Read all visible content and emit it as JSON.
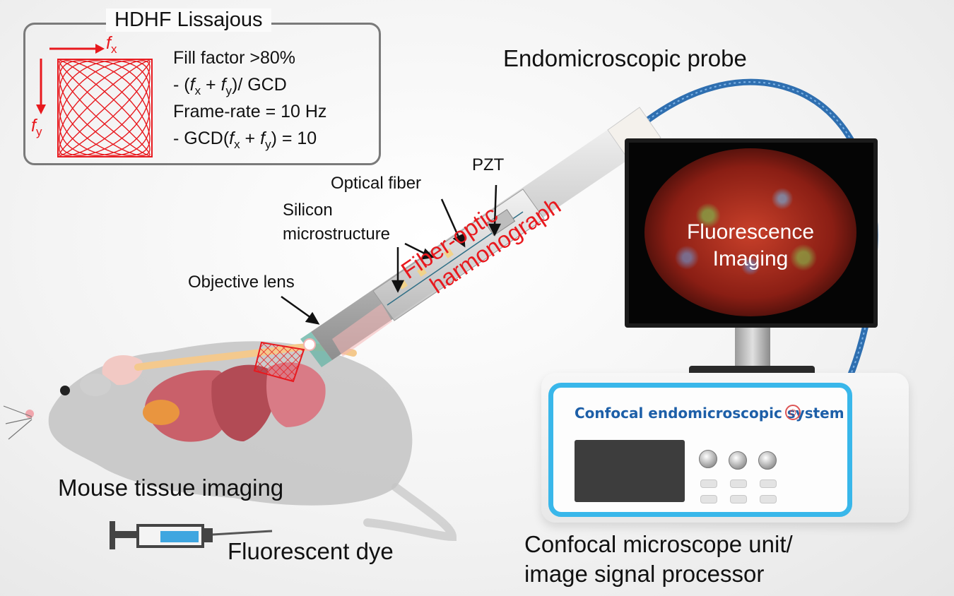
{
  "lissajous": {
    "title": "HDHF Lissajous",
    "axis_x": "f",
    "axis_x_sub": "x",
    "axis_y": "f",
    "axis_y_sub": "y",
    "line1": "Fill factor >80%",
    "line2_pre": "- (",
    "line2_f": "f",
    "line2_x": "x",
    "line2_plus": " + ",
    "line2_y": "y",
    "line2_post": ")/ GCD",
    "line3": "Frame-rate = 10 Hz",
    "line4_pre": "- GCD(",
    "line4_post": ") = 10",
    "accent_color": "#e8191e"
  },
  "labels": {
    "probe": "Endomicroscopic probe",
    "pzt": "PZT",
    "optical_fiber": "Optical fiber",
    "silicon": "Silicon",
    "microstructure": "microstructure",
    "objective": "Objective lens",
    "harmonograph_line1": "Fiber-optic",
    "harmonograph_line2": "harmonograph",
    "mouse": "Mouse tissue imaging",
    "dye": "Fluorescent dye",
    "unit_line1": "Confocal microscope unit/",
    "unit_line2": "image signal processor"
  },
  "monitor": {
    "line1": "Fluorescence",
    "line2": "Imaging"
  },
  "device": {
    "title": "Confocal endomicroscopic system",
    "brand_color": "#39b7ea",
    "title_color": "#1d5fa8"
  },
  "colors": {
    "cable": "#2f6fb0",
    "red_text": "#e8191e"
  }
}
